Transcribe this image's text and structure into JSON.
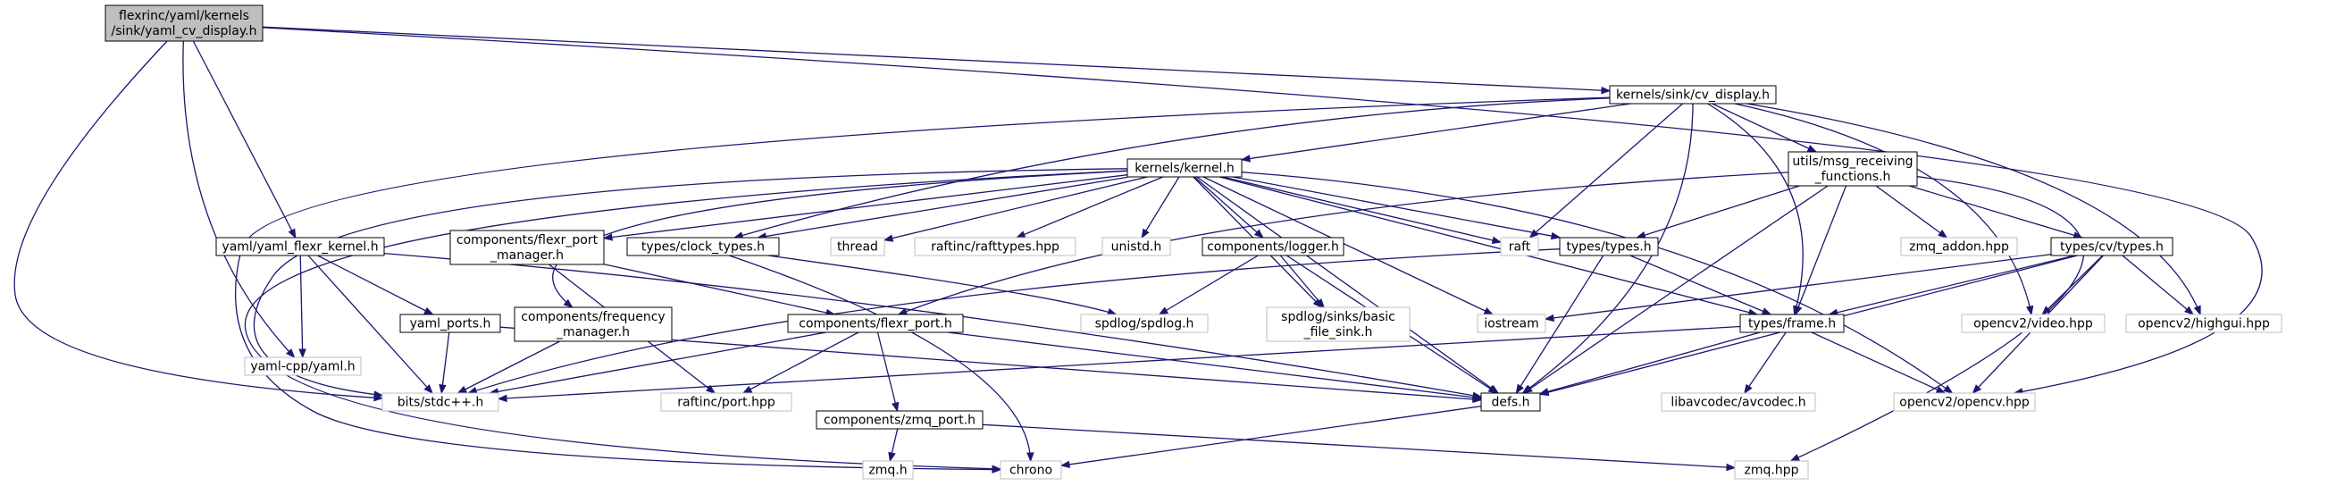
{
  "colors": {
    "edge": "#191970",
    "root_fill": "#bfbfbf",
    "node_border": "#000000",
    "external_border": "#bfbfbf",
    "background": "#ffffff"
  },
  "nodes": {
    "root": [
      "flexrinc/yaml/kernels",
      "/sink/yaml_cv_display.h"
    ],
    "cv_display": [
      "kernels/sink/cv_display.h"
    ],
    "yaml_flexr_kernel": [
      "yaml/yaml_flexr_kernel.h"
    ],
    "bits_stdcpp": [
      "bits/stdc++.h"
    ],
    "yaml_cpp": [
      "yaml-cpp/yaml.h"
    ],
    "kernel": [
      "kernels/kernel.h"
    ],
    "msg_receiving": [
      "utils/msg_receiving",
      "_functions.h"
    ],
    "flexr_port_manager": [
      "components/flexr_port",
      "_manager.h"
    ],
    "clock_types": [
      "types/clock_types.h"
    ],
    "thread": [
      "thread"
    ],
    "rafttypes": [
      "raftinc/rafttypes.hpp"
    ],
    "unistd": [
      "unistd.h"
    ],
    "logger": [
      "components/logger.h"
    ],
    "raft": [
      "raft"
    ],
    "types_h": [
      "types/types.h"
    ],
    "zmq_addon": [
      "zmq_addon.hpp"
    ],
    "cv_types": [
      "types/cv/types.h"
    ],
    "yaml_ports": [
      "yaml_ports.h"
    ],
    "frequency_manager": [
      "components/frequency",
      "_manager.h"
    ],
    "flexr_port": [
      "components/flexr_port.h"
    ],
    "spdlog": [
      "spdlog/spdlog.h"
    ],
    "basic_file_sink": [
      "spdlog/sinks/basic",
      "_file_sink.h"
    ],
    "iostream": [
      "iostream"
    ],
    "frame": [
      "types/frame.h"
    ],
    "opencv_video": [
      "opencv2/video.hpp"
    ],
    "opencv_highgui": [
      "opencv2/highgui.hpp"
    ],
    "raftinc_port": [
      "raftinc/port.hpp"
    ],
    "defs": [
      "defs.h"
    ],
    "avcodec": [
      "libavcodec/avcodec.h"
    ],
    "opencv_hpp": [
      "opencv2/opencv.hpp"
    ],
    "zmq_port": [
      "components/zmq_port.h"
    ],
    "zmq_h": [
      "zmq.h"
    ],
    "chrono": [
      "chrono"
    ],
    "zmq_hpp": [
      "zmq.hpp"
    ]
  }
}
